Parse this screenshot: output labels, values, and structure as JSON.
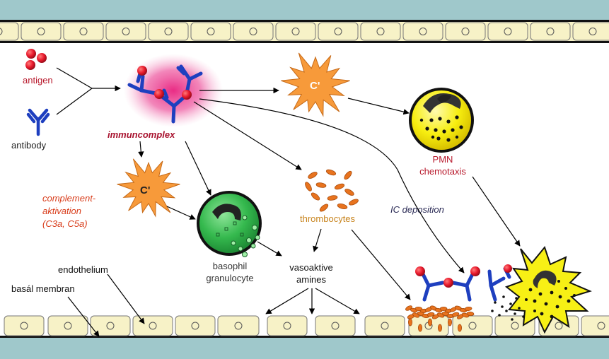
{
  "labels": {
    "antigen": "antigen",
    "antibody": "antibody",
    "immuncomplex": "immuncomplex",
    "c_prime_top": "C'",
    "c_prime_left": "C'",
    "complement_line1": "complement-",
    "complement_line2": "aktivation",
    "complement_line3": "(C3a, C5a)",
    "pmn_line1": "PMN",
    "pmn_line2": "chemotaxis",
    "ic_deposition": "IC deposition",
    "thrombocytes": "thrombocytes",
    "basophil_line1": "basophil",
    "basophil_line2": "granulocyte",
    "vasoaktive_line1": "vasoaktive",
    "amines_line2": "amines",
    "endothelium": "endothelium",
    "basal_membran": "basál membran"
  },
  "colors": {
    "vessel_wall": "#9fc8cb",
    "cell": "#f7f2c7",
    "antigen": "#e8192c",
    "antibody": "#1e3fbf",
    "complex_glow": "#ea4f98",
    "complement": "#f79a3a",
    "pmn": "#f7f015",
    "basophil": "#3dbb55",
    "thrombocyte": "#e8731e",
    "label_red": "#b8192c",
    "label_orange": "#d83c1a",
    "label_gold": "#c8841e",
    "label_navy": "#2a2a55"
  }
}
